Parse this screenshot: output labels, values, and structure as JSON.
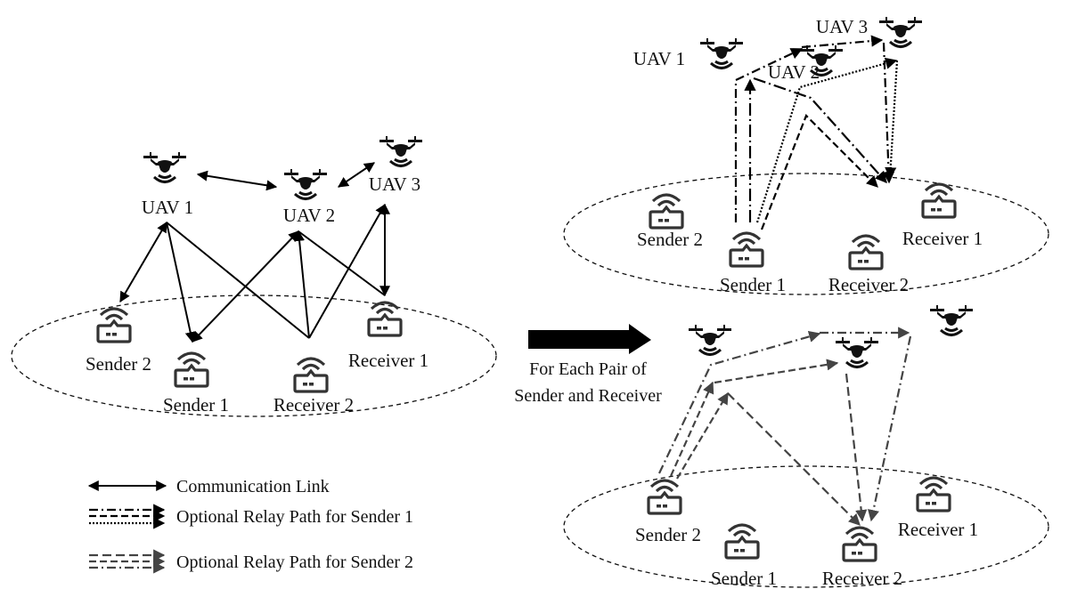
{
  "diagram": {
    "left_panel": {
      "uavs": [
        "UAV 1",
        "UAV 2",
        "UAV 3"
      ],
      "ground_nodes": [
        "Sender 2",
        "Sender 1",
        "Receiver 2",
        "Receiver 1"
      ]
    },
    "transition": {
      "caption_line1": "For Each Pair of",
      "caption_line2": "Sender and Receiver"
    },
    "top_right_panel": {
      "uavs": [
        "UAV 1",
        "UAV 2",
        "UAV 3"
      ],
      "ground_nodes": [
        "Sender 2",
        "Sender 1",
        "Receiver 2",
        "Receiver 1"
      ]
    },
    "bottom_right_panel": {
      "ground_nodes": [
        "Sender 2",
        "Sender 1",
        "Receiver 2",
        "Receiver 1"
      ]
    },
    "legend": [
      {
        "label": "Communication Link",
        "style": "solid-double-arrow"
      },
      {
        "label": "Optional Relay Path for Sender 1",
        "style": "black-dashdot-dashed-dotted"
      },
      {
        "label": "Optional Relay Path for Sender 2",
        "style": "gray-dashed-dashdot"
      }
    ],
    "colors": {
      "sender1_path": "#000000",
      "sender2_path": "#444444",
      "icon": "#333333"
    }
  }
}
